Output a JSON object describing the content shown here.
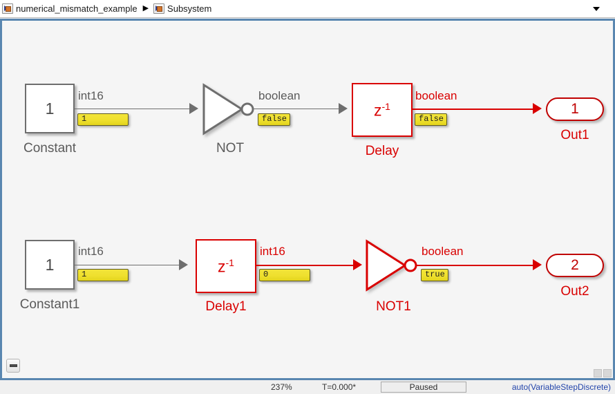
{
  "breadcrumb": {
    "items": [
      {
        "label": "numerical_mismatch_example",
        "icon": "simulink-model-icon"
      },
      {
        "label": "Subsystem",
        "icon": "simulink-subsystem-icon"
      }
    ],
    "separator": "▶",
    "dropdown_icon": "chevron-down-icon"
  },
  "canvas": {
    "background": "#f5f5f5",
    "border_color": "#5986b0",
    "collapse_icon": "collapse-minus-icon"
  },
  "diagram": {
    "rows": [
      {
        "id": "row-1",
        "blocks": [
          {
            "name": "Constant",
            "type": "constant",
            "text": "1",
            "color": "gray",
            "out_signal": {
              "type_label": "int16",
              "value": "1",
              "color": "gray"
            }
          },
          {
            "name": "NOT",
            "type": "logical-not",
            "text": "",
            "color": "gray",
            "out_signal": {
              "type_label": "boolean",
              "value": "false",
              "color": "gray"
            }
          },
          {
            "name": "Delay",
            "type": "unit-delay",
            "text": "z⁻¹",
            "color": "red",
            "out_signal": {
              "type_label": "boolean",
              "value": "false",
              "color": "red"
            }
          },
          {
            "name": "Out1",
            "type": "outport",
            "text": "1",
            "color": "red",
            "out_signal": null
          }
        ]
      },
      {
        "id": "row-2",
        "blocks": [
          {
            "name": "Constant1",
            "type": "constant",
            "text": "1",
            "color": "gray",
            "out_signal": {
              "type_label": "int16",
              "value": "1",
              "color": "gray"
            }
          },
          {
            "name": "Delay1",
            "type": "unit-delay",
            "text": "z⁻¹",
            "color": "red",
            "out_signal": {
              "type_label": "int16",
              "value": "0",
              "color": "red"
            }
          },
          {
            "name": "NOT1",
            "type": "logical-not",
            "text": "",
            "color": "red",
            "out_signal": {
              "type_label": "boolean",
              "value": "true",
              "color": "red"
            }
          },
          {
            "name": "Out2",
            "type": "outport",
            "text": "2",
            "color": "red",
            "out_signal": null
          }
        ]
      }
    ],
    "delay_block_base": "z",
    "delay_block_exp": "-1"
  },
  "status": {
    "zoom": "237%",
    "time": "T=0.000*",
    "state": "Paused",
    "solver": "auto(VariableStepDiscrete)"
  },
  "colors": {
    "red": "#d90000",
    "gray": "#6e6e6e",
    "badge_yellow": "#efe02e",
    "link_blue": "#2244aa",
    "frame_blue": "#5986b0"
  }
}
